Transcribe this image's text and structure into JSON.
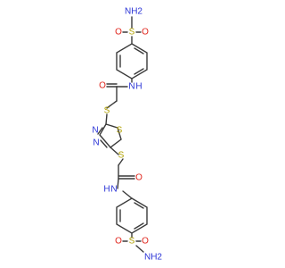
{
  "colors": {
    "background": "#ffffff",
    "bond": "#3a3a3a",
    "carbon": "#3a3a3a",
    "nitrogen": "#2a33d6",
    "oxygen": "#e0241b",
    "sulfur": "#b0a000"
  },
  "labels": {
    "nh2_top": "NH2",
    "s_sulfonyl_top": "S",
    "o_top_left": "O",
    "o_top_right": "O",
    "nh_top": "N",
    "h_top": "H",
    "o_amide_top": "O",
    "s_thioether_top": "S",
    "s_ring": "S",
    "n_ring_1": "N",
    "n_ring_2": "N",
    "s_thioether_bottom": "S",
    "o_amide_bottom": "O",
    "nh_bottom": "N",
    "h_bottom": "H",
    "s_sulfonyl_bottom": "S",
    "o_bottom_left": "O",
    "o_bottom_right": "O",
    "nh2_bottom": "NH2"
  }
}
